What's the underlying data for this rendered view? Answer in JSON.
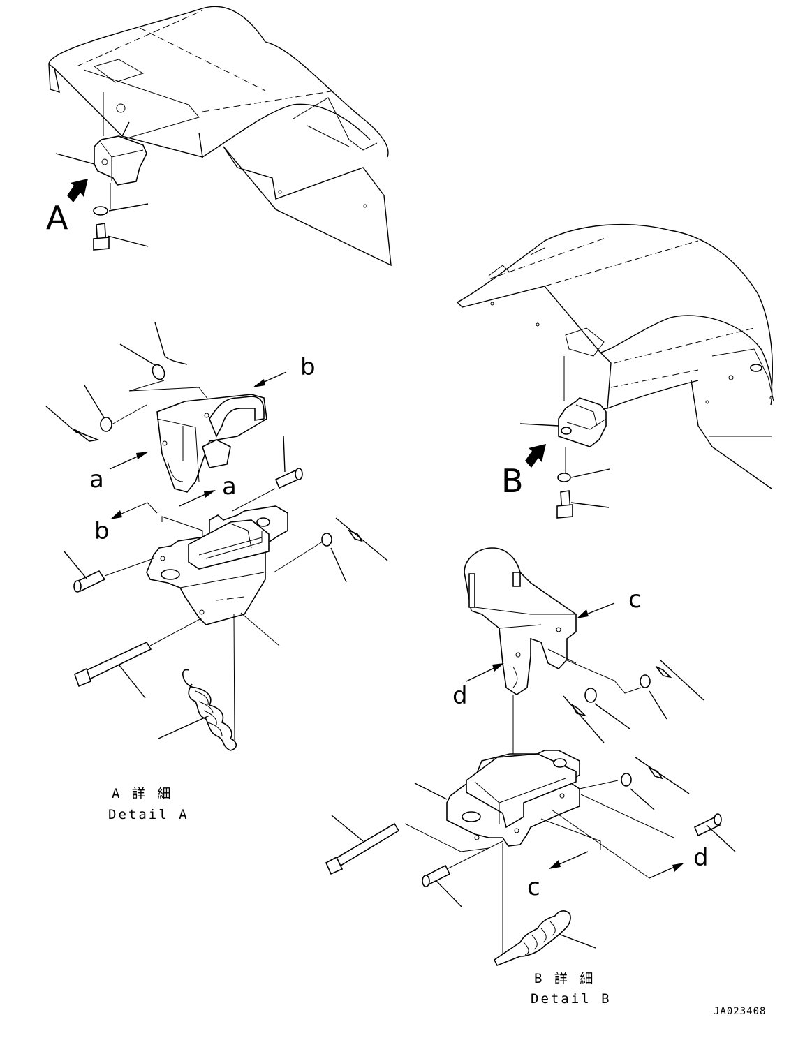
{
  "views": {
    "view_a_letter": "A",
    "view_b_letter": "B"
  },
  "detail_a": {
    "arrow_labels": {
      "b_top": "b",
      "a_left": "a",
      "a_center": "a",
      "b_left": "b"
    },
    "caption_jp": "A 詳 細",
    "caption_en": "Detail A"
  },
  "detail_b": {
    "arrow_labels": {
      "c_top": "c",
      "d_left": "d",
      "d_right": "d",
      "c_bottom": "c"
    },
    "caption_jp": "B 詳 細",
    "caption_en": "Detail B"
  },
  "drawing_code": "JA023408",
  "icons": [
    "view-arrow-icon"
  ],
  "colors": {
    "line": "#000000",
    "background": "#ffffff"
  }
}
